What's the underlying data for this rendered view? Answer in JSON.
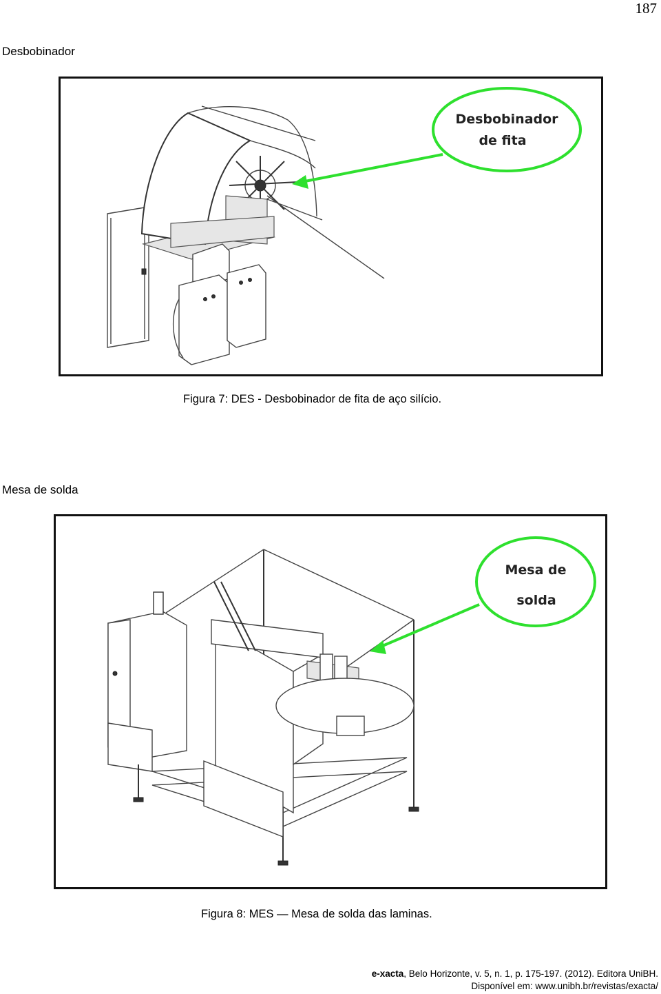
{
  "page": {
    "number": "187"
  },
  "sections": [
    {
      "title": "Desbobinador",
      "figure": {
        "callout_lines": [
          "Desbobinador",
          "de fita"
        ],
        "caption": "Figura 7: DES - Desbobinador de fita de aço silício."
      }
    },
    {
      "title": "Mesa de solda",
      "figure": {
        "callout_lines": [
          "Mesa de",
          "solda"
        ],
        "caption": "Figura 8: MES — Mesa de solda das laminas."
      }
    }
  ],
  "footer": {
    "journal": "e-xacta",
    "citation": ", Belo Horizonte, v. 5, n. 1, p. 175-197. (2012). Editora UniBH.",
    "availability": "Disponível em: www.unibh.br/revistas/exacta/"
  },
  "colors": {
    "callout_green": "#2ee02e",
    "frame": "#111111"
  }
}
